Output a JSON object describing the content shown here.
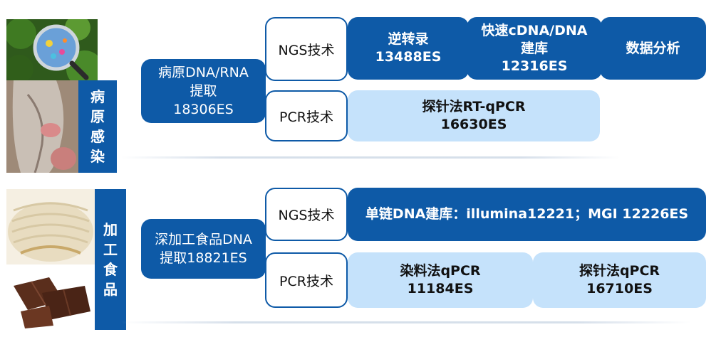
{
  "groups": [
    {
      "label_chars": [
        "病",
        "原",
        "感",
        "染"
      ],
      "extraction": {
        "line1": "病原DNA/RNA",
        "line2": "提取",
        "line3": "18306ES"
      },
      "ngs": {
        "label": "NGS技术",
        "steps": [
          {
            "line1": "逆转录",
            "line2": "13488ES"
          },
          {
            "line1": "快速cDNA/DNA",
            "line2": "建库",
            "line3": "12316ES"
          },
          {
            "line1": "数据分析"
          }
        ]
      },
      "pcr": {
        "label": "PCR技术",
        "steps": [
          {
            "line1": "探针法RT-qPCR",
            "line2": "16630ES"
          }
        ]
      }
    },
    {
      "label_chars": [
        "加",
        "工",
        "食",
        "品"
      ],
      "extraction": {
        "line1": "深加工食品DNA",
        "line2": "提取18821ES"
      },
      "ngs": {
        "label": "NGS技术",
        "steps": [
          {
            "line1": "单链DNA建库：illumina12221；MGI 12226ES"
          }
        ]
      },
      "pcr": {
        "label": "PCR技术",
        "steps": [
          {
            "line1": "染料法qPCR",
            "line2": "11184ES"
          },
          {
            "line1": "探针法qPCR",
            "line2": "16710ES"
          }
        ]
      }
    }
  ],
  "colors": {
    "dark_blue": "#0e5aa7",
    "light_blue": "#c5e2fb"
  },
  "images": [
    "vegetables-magnifier-bacteria-photo",
    "infected-fish-photo",
    "rice-noodles-photo",
    "chocolate-photo"
  ]
}
